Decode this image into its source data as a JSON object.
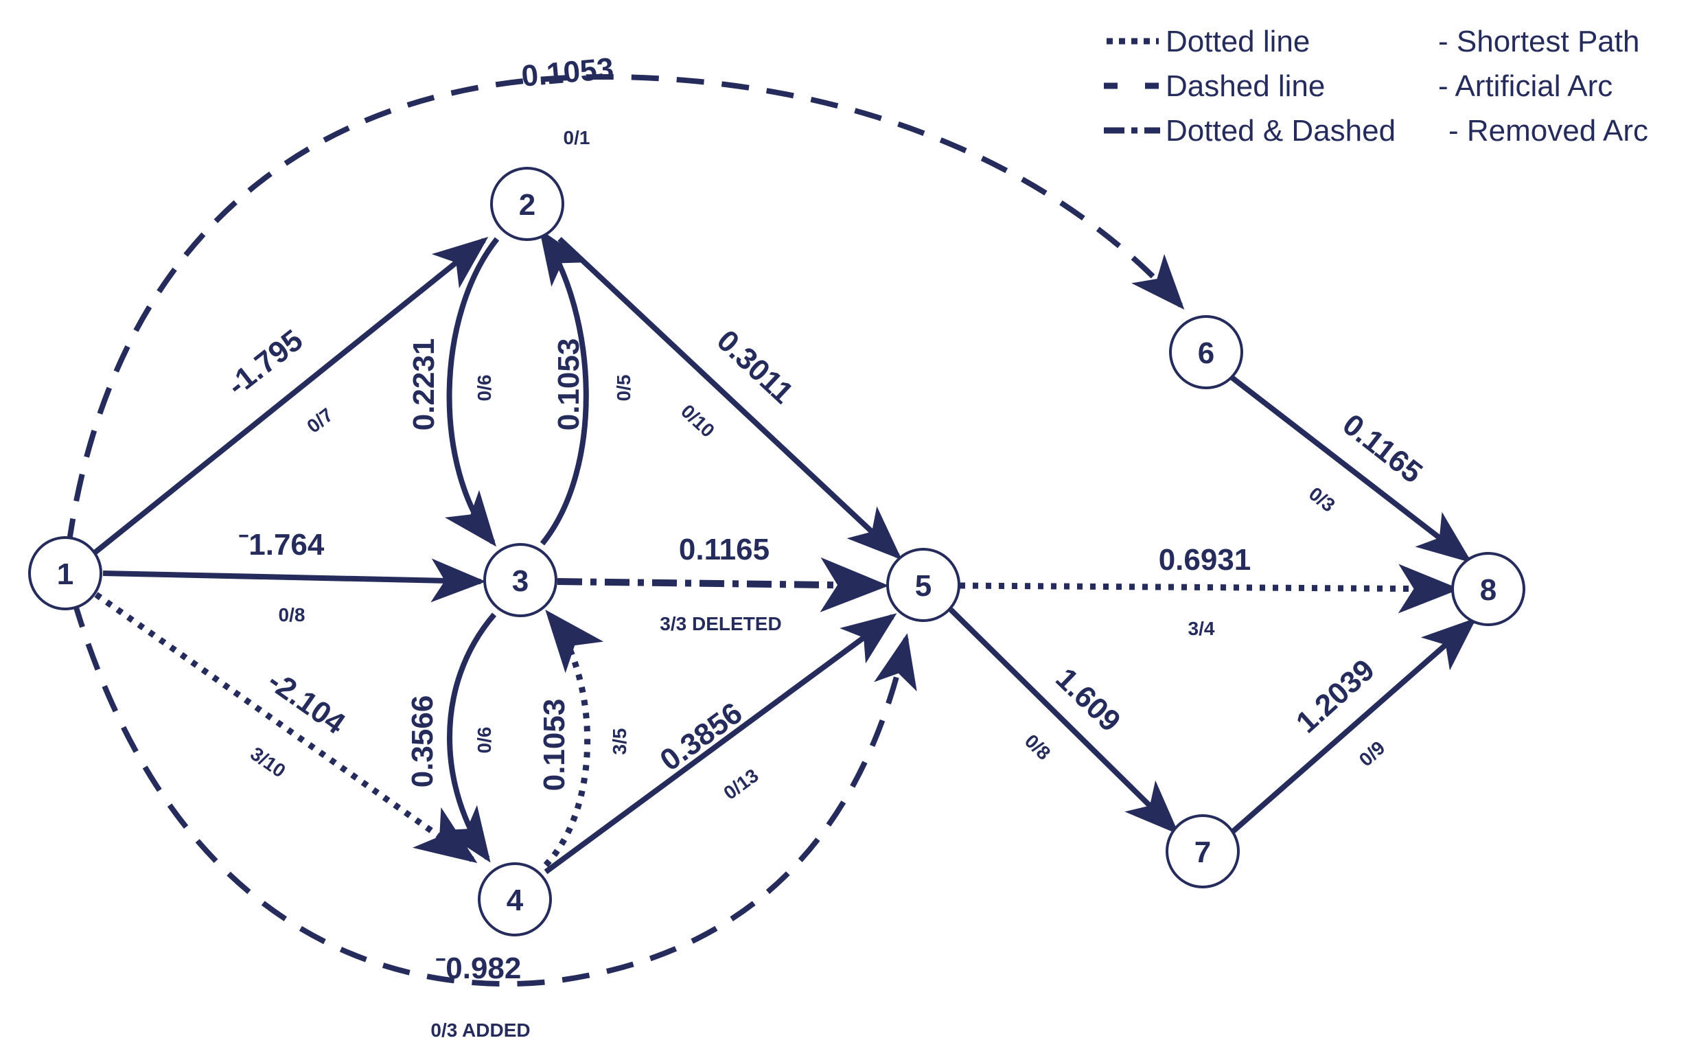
{
  "colors": {
    "ink": "#252c5c",
    "background": "#ffffff"
  },
  "nodes": [
    {
      "id": "1",
      "label": "1"
    },
    {
      "id": "2",
      "label": "2"
    },
    {
      "id": "3",
      "label": "3"
    },
    {
      "id": "4",
      "label": "4"
    },
    {
      "id": "5",
      "label": "5"
    },
    {
      "id": "6",
      "label": "6"
    },
    {
      "id": "7",
      "label": "7"
    },
    {
      "id": "8",
      "label": "8"
    }
  ],
  "edges": [
    {
      "id": "e1-2",
      "from": "1",
      "to": "2",
      "style": "solid",
      "weight": "-1.795",
      "flow": "0/7"
    },
    {
      "id": "e1-3",
      "from": "1",
      "to": "3",
      "style": "solid",
      "weight": "ˉ1.764",
      "flow": "0/8"
    },
    {
      "id": "e1-4",
      "from": "1",
      "to": "4",
      "style": "dotted",
      "weight": "-2.104",
      "flow": "3/10"
    },
    {
      "id": "e1-6",
      "from": "1",
      "to": "6",
      "style": "dashed",
      "weight": "0.1053",
      "flow": "0/1"
    },
    {
      "id": "e1-5",
      "from": "1",
      "to": "5",
      "style": "dashed",
      "weight": "ˉ0.982",
      "flow": "0/3 ADDED"
    },
    {
      "id": "e2-3",
      "from": "2",
      "to": "3",
      "style": "solid",
      "weight": "0.2231",
      "flow": "0/6"
    },
    {
      "id": "e3-2",
      "from": "3",
      "to": "2",
      "style": "solid",
      "weight": "0.1053",
      "flow": "0/5"
    },
    {
      "id": "e2-5",
      "from": "2",
      "to": "5",
      "style": "solid",
      "weight": "0.3011",
      "flow": "0/10"
    },
    {
      "id": "e3-5",
      "from": "3",
      "to": "5",
      "style": "dotdash",
      "weight": "0.1165",
      "flow": "3/3 DELETED"
    },
    {
      "id": "e3-4",
      "from": "3",
      "to": "4",
      "style": "solid",
      "weight": "0.3566",
      "flow": "0/6"
    },
    {
      "id": "e4-3",
      "from": "4",
      "to": "3",
      "style": "dotted",
      "weight": "0.1053",
      "flow": "3/5"
    },
    {
      "id": "e4-5",
      "from": "4",
      "to": "5",
      "style": "solid",
      "weight": "0.3856",
      "flow": "0/13"
    },
    {
      "id": "e5-8",
      "from": "5",
      "to": "8",
      "style": "dotted",
      "weight": "0.6931",
      "flow": "3/4"
    },
    {
      "id": "e5-7",
      "from": "5",
      "to": "7",
      "style": "solid",
      "weight": "1.609",
      "flow": "0/8"
    },
    {
      "id": "e6-8",
      "from": "6",
      "to": "8",
      "style": "solid",
      "weight": "0.1165",
      "flow": "0/3"
    },
    {
      "id": "e7-8",
      "from": "7",
      "to": "8",
      "style": "solid",
      "weight": "1.2039",
      "flow": "0/9"
    }
  ],
  "legend": [
    {
      "style": "dotted",
      "line_label": "Dotted line",
      "meaning": "- Shortest Path"
    },
    {
      "style": "dashed",
      "line_label": "Dashed line",
      "meaning": "- Artificial Arc"
    },
    {
      "style": "dotdash",
      "line_label": "Dotted & Dashed",
      "meaning": "- Removed Arc"
    }
  ]
}
